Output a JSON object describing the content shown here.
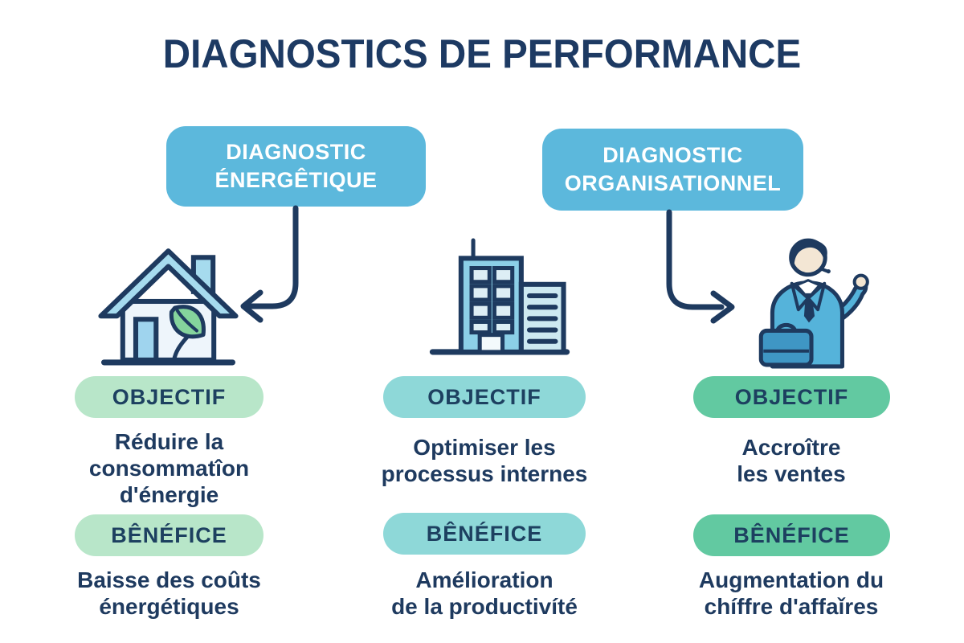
{
  "title": "DIAGNOSTICS DE PERFORMANCE",
  "header_boxes": {
    "left": "DIAGNOSTIC\nÉNERGÊTIQUE",
    "right": "DIAGNOSTIC\nORGANISATIONNEL"
  },
  "columns": [
    {
      "name": "diagnostic-energetique",
      "icon": "eco-house-icon",
      "objectif": {
        "label": "OBJECTIF",
        "text": "Réduire la\nconsommatîon\nd'énergie"
      },
      "benefice": {
        "label": "BÊNÉFICE",
        "text": "Baisse des coûts\nénergétiques"
      }
    },
    {
      "name": "processus-internes",
      "icon": "office-building-icon",
      "objectif": {
        "label": "OBJECTIF",
        "text": "Optimiser les\nprocessus internes"
      },
      "benefice": {
        "label": "BÊNÉFICE",
        "text": "Amélioration\nde la productivíté"
      }
    },
    {
      "name": "diagnostic-organisationnel",
      "icon": "businessman-icon",
      "objectif": {
        "label": "OBJECTIF",
        "text": "Accroître\nles ventes"
      },
      "benefice": {
        "label": "BÊNÉFICE",
        "text": "Augmentation du\nchíffre d'affaǐres"
      }
    }
  ],
  "colors": {
    "navy_text": "#1e3a5f",
    "header_box_blue": "#5cb8dc",
    "badge_mint": "#b8e6c9",
    "badge_teal": "#8ed8d8",
    "badge_green": "#62c9a1",
    "icon_light_blue": "#a6dbee",
    "leaf_green": "#85d49c",
    "background": "#ffffff"
  }
}
